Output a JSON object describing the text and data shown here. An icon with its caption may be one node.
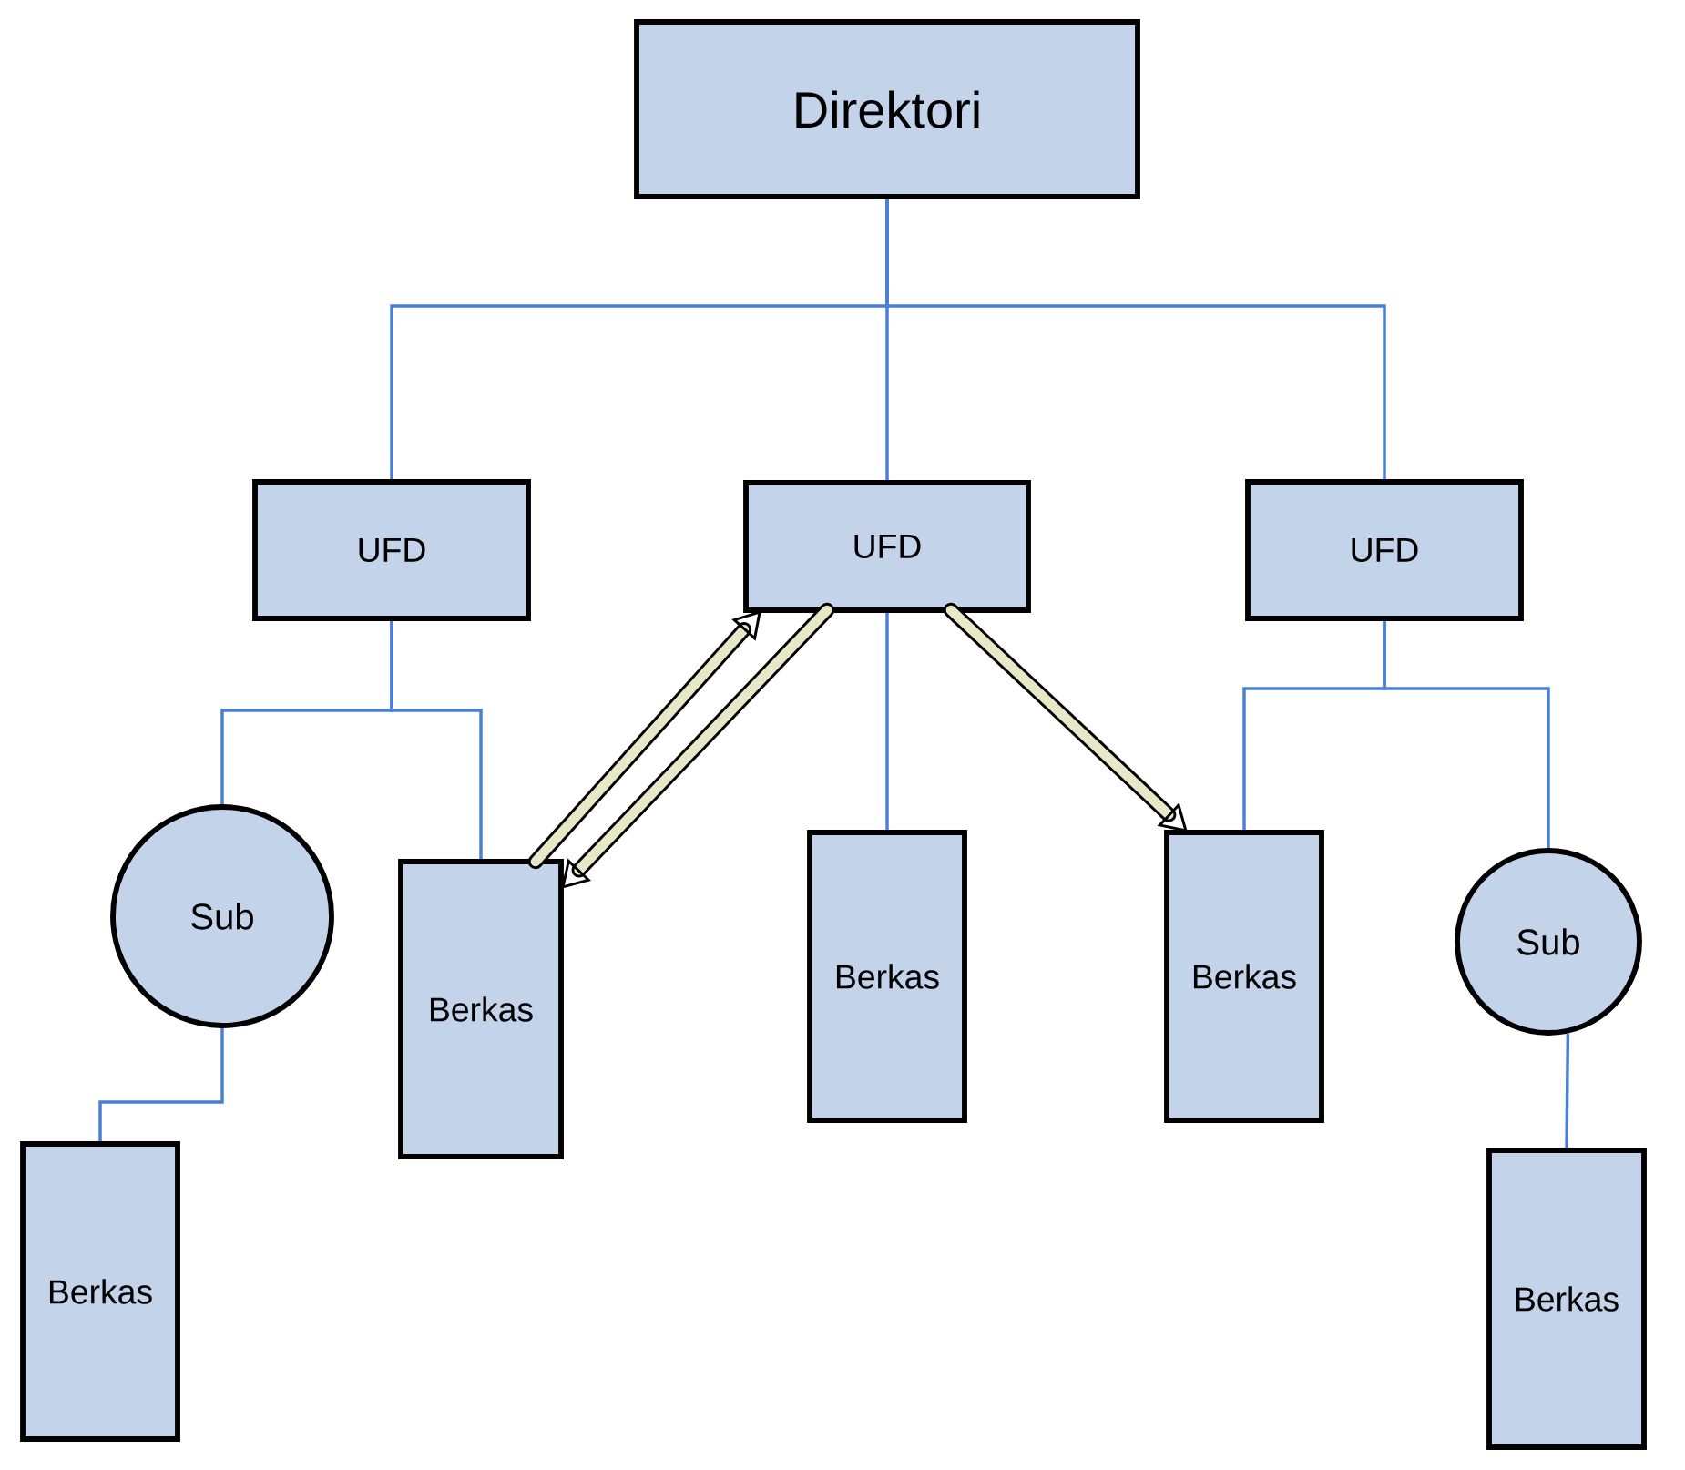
{
  "diagram": {
    "nodes": [
      {
        "text": [
          "Direktori"
        ]
      },
      {
        "text": [
          "UFD"
        ]
      },
      {
        "text": [
          "UFD"
        ]
      },
      {
        "text": [
          "UFD"
        ]
      },
      {
        "text": [
          "Sub"
        ]
      },
      {
        "text": [
          "Berkas"
        ]
      },
      {
        "text": [
          "Berkas"
        ]
      },
      {
        "text": [
          "Berkas"
        ]
      },
      {
        "text": [
          "Berkas"
        ]
      },
      {
        "text": [
          "Sub"
        ]
      },
      {
        "text": [
          "Berkas"
        ]
      }
    ],
    "edges": [
      {
        "from": 0,
        "to": 1,
        "arrow": "none"
      },
      {
        "from": 0,
        "to": 2,
        "arrow": "none"
      },
      {
        "from": 0,
        "to": 3,
        "arrow": "none"
      },
      {
        "from": 1,
        "to": 4,
        "arrow": "none"
      },
      {
        "from": 1,
        "to": 5,
        "arrow": "none"
      },
      {
        "from": 4,
        "to": 6,
        "arrow": "none"
      },
      {
        "from": 2,
        "to": 7,
        "arrow": "none"
      },
      {
        "from": 3,
        "to": 8,
        "arrow": "none"
      },
      {
        "from": 3,
        "to": 9,
        "arrow": "none"
      },
      {
        "from": 9,
        "to": 10,
        "arrow": "none"
      },
      {
        "from": 5,
        "to": 2,
        "arrow": "to",
        "style": "thick",
        "color": "#000000"
      },
      {
        "from": 2,
        "to": 5,
        "arrow": "to",
        "style": "thick",
        "color": "#000000"
      },
      {
        "from": 2,
        "to": 8,
        "arrow": "to",
        "style": "thick",
        "color": "#000000"
      }
    ]
  }
}
